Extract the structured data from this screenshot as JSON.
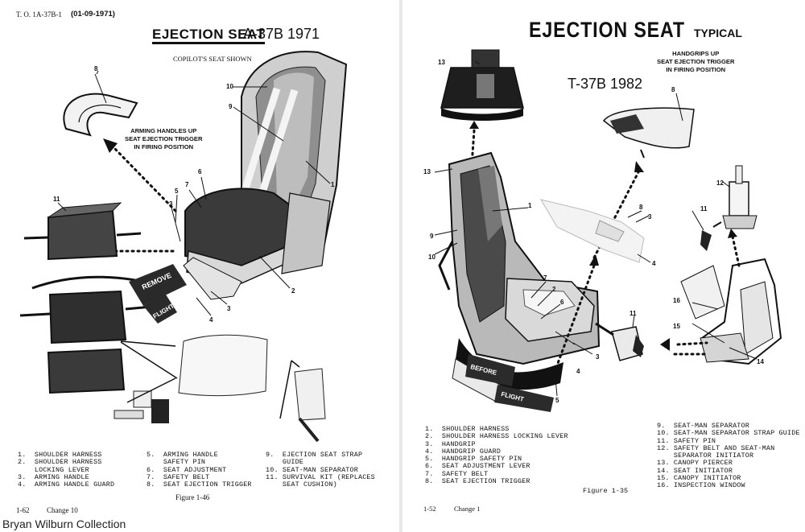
{
  "left_page": {
    "to_number": "T. O. 1A-37B-1",
    "to_date": "(01-09-1971)",
    "section_title": "EJECTION SEAT",
    "aircraft_year": "A-37B 1971",
    "subtitle": "COPILOT'S SEAT SHOWN",
    "annotation": [
      "ARMING HANDLES UP",
      "SEAT EJECTION TRIGGER",
      "IN FIRING POSITION"
    ],
    "belt_text_1": "REMOVE",
    "belt_text_2": "FLIGHT",
    "callouts": [
      "1",
      "2",
      "3",
      "4",
      "5",
      "6",
      "7",
      "8",
      "9",
      "10",
      "11"
    ],
    "legend_col1": [
      "1.  SHOULDER HARNESS",
      "2.  SHOULDER HARNESS",
      "    LOCKING LEVER",
      "3.  ARMING HANDLE",
      "4.  ARMING HANDLE GUARD"
    ],
    "legend_col2": [
      "5.  ARMING HANDLE",
      "    SAFETY PIN",
      "6.  SEAT ADJUSTMENT",
      "7.  SAFETY BELT",
      "8.  SEAT EJECTION TRIGGER"
    ],
    "legend_col3": [
      "9.  EJECTION SEAT STRAP",
      "    GUIDE",
      "10. SEAT-MAN SEPARATOR",
      "11. SURVIVAL KIT (REPLACES",
      "    SEAT CUSHION)"
    ],
    "figure_caption": "Figure 1-46",
    "page_number": "1-62",
    "change": "Change 10",
    "collection": "Bryan Wilburn Collection"
  },
  "right_page": {
    "section_title": "EJECTION SEAT",
    "typical": "TYPICAL",
    "annotation": [
      "HANDGRIPS UP",
      "SEAT EJECTION TRIGGER",
      "IN FIRING POSITION"
    ],
    "aircraft_year": "T-37B 1982",
    "belt_text_1": "BEFORE",
    "belt_text_2": "FLIGHT",
    "callouts": [
      "1",
      "2",
      "3",
      "4",
      "5",
      "6",
      "7",
      "8",
      "9",
      "10",
      "11",
      "12",
      "13",
      "14",
      "15",
      "16"
    ],
    "legend_col1": [
      "1.  SHOULDER HARNESS",
      "2.  SHOULDER HARNESS LOCKING LEVER",
      "3.  HANDGRIP",
      "4.  HANDGRIP GUARD",
      "5.  HANDGRIP SAFETY PIN",
      "6.  SEAT ADJUSTMENT LEVER",
      "7.  SAFETY BELT",
      "8.  SEAT EJECTION TRIGGER"
    ],
    "legend_col2": [
      "9.  SEAT-MAN SEPARATOR",
      "10. SEAT-MAN SEPARATOR STRAP GUIDE",
      "11. SAFETY PIN",
      "12. SAFETY BELT AND SEAT-MAN",
      "    SEPARATOR INITIATOR",
      "13. CANOPY PIERCER",
      "14. SEAT INITIATOR",
      "15. CANOPY INITIATOR",
      "16. INSPECTION WINDOW"
    ],
    "figure_caption": "Figure 1-35",
    "page_number": "1-52",
    "change": "Change 1"
  }
}
